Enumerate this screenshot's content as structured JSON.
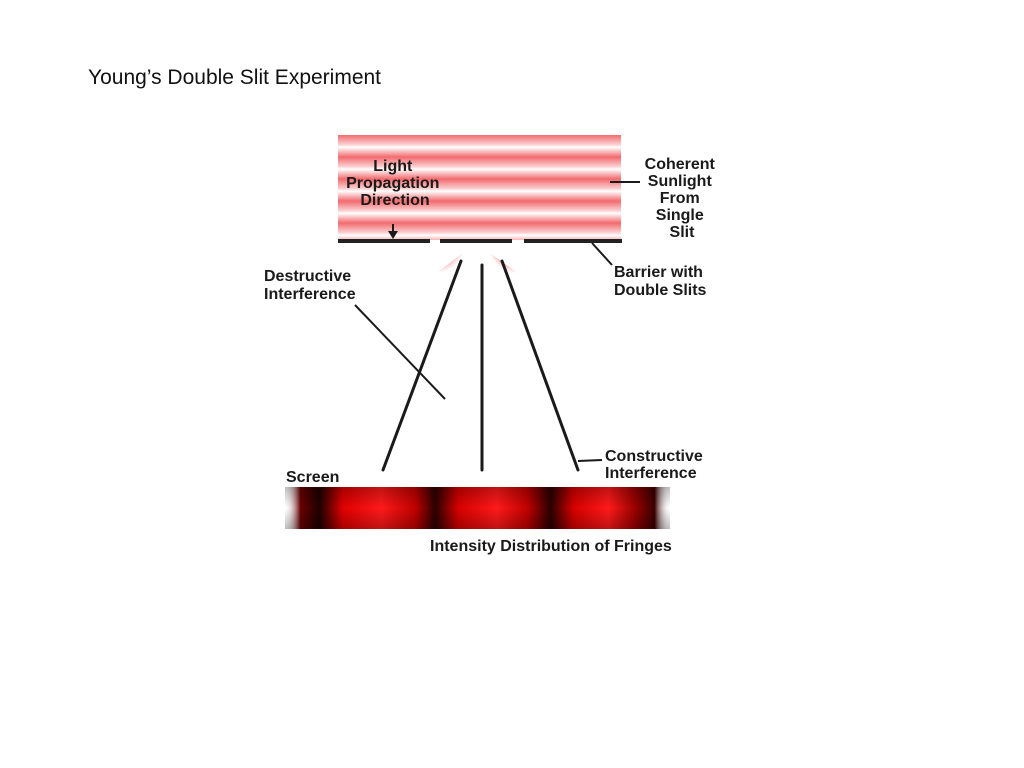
{
  "slide": {
    "title": "Young’s Double Slit Experiment"
  },
  "diagram": {
    "labels": {
      "light_direction": [
        "Light",
        "Propagation",
        "Direction"
      ],
      "coherent_sunlight": [
        "Coherent",
        "Sunlight",
        "From",
        "Single",
        "Slit"
      ],
      "barrier": [
        "Barrier with",
        "Double Slits"
      ],
      "destructive": [
        "Destructive",
        "Interference"
      ],
      "constructive": [
        "Constructive",
        "Interference"
      ],
      "screen": "Screen",
      "fringes": "Intensity Distribution of Fringes"
    },
    "colors": {
      "wave_red": "#e8252a",
      "wave_light": "#fde3e3",
      "fringe_bright": "#ff1a1a",
      "fringe_dark": "#3a0000",
      "line": "#1a1a1a"
    }
  }
}
